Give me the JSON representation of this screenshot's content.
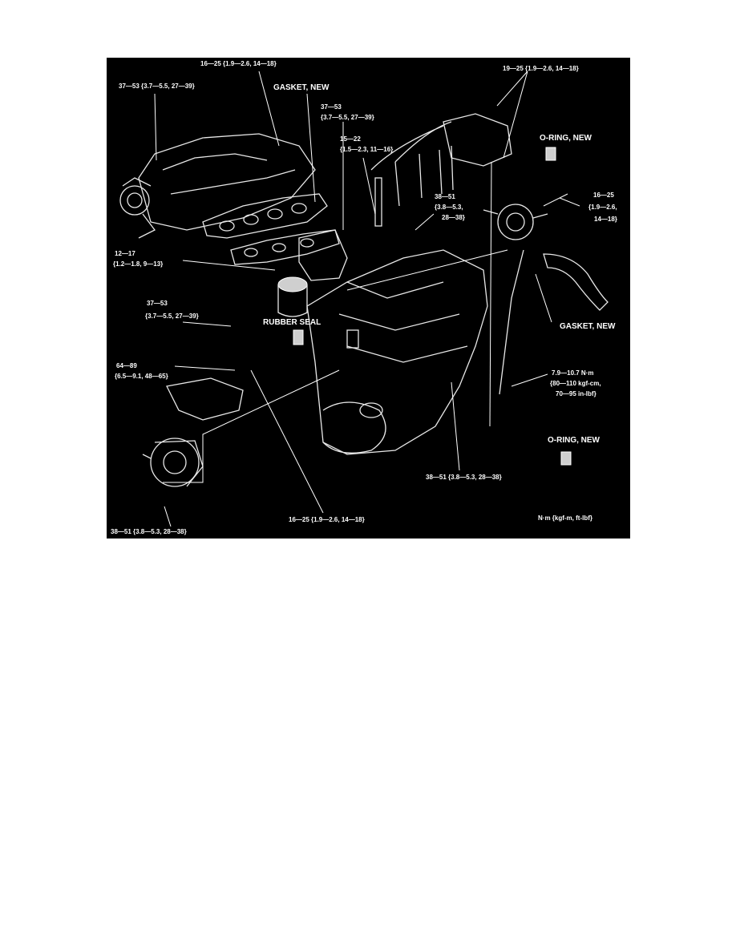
{
  "figure": {
    "units_note": "N·m {kgf-m, ft-lbf}",
    "callouts": {
      "top_center_torque": "16—25 {1.9—2.6, 14—18}",
      "top_right_torque": "19—25 {1.9—2.6, 14—18}",
      "top_left_torque": "37—53 {3.7—5.5, 27—39}",
      "gasket_new_top": "GASKET, NEW",
      "intake_torque_1": "37—53",
      "intake_torque_2": "{3.7—5.5, 27—39}",
      "plug_torque_1": "15—22",
      "plug_torque_2": "{1.5—2.3, 11—16}",
      "oring_new_top": "O-RING, NEW",
      "bracket_torque_1": "38—51",
      "bracket_torque_2": "{3.8—5.3,",
      "bracket_torque_3": "28—38}",
      "right_torque_1": "16—25",
      "right_torque_2": "{1.9—2.6,",
      "right_torque_3": "14—18}",
      "left_mid_torque_1": "12—17",
      "left_mid_torque_2": "{1.2—1.8, 9—13}",
      "rubber_seal": "RUBBER SEAL",
      "filter_torque_1": "37—53",
      "filter_torque_2": "{3.7—5.5, 27—39}",
      "gasket_new_right": "GASKET, NEW",
      "alt_torque_1": "64—89",
      "alt_torque_2": "{6.5—9.1, 48—65}",
      "sensor_torque_1": "7.9—10.7 N·m",
      "sensor_torque_2": "{80—110 kgf-cm,",
      "sensor_torque_3": "70—95 in-lbf}",
      "oring_new_bottom": "O-RING, NEW",
      "bottom_center_torque": "38—51 {3.8—5.3, 28—38}",
      "bottom_torque": "16—25 {1.9—2.6, 14—18}",
      "bottom_left_torque": "38—51 {3.8—5.3, 28—38}"
    }
  }
}
